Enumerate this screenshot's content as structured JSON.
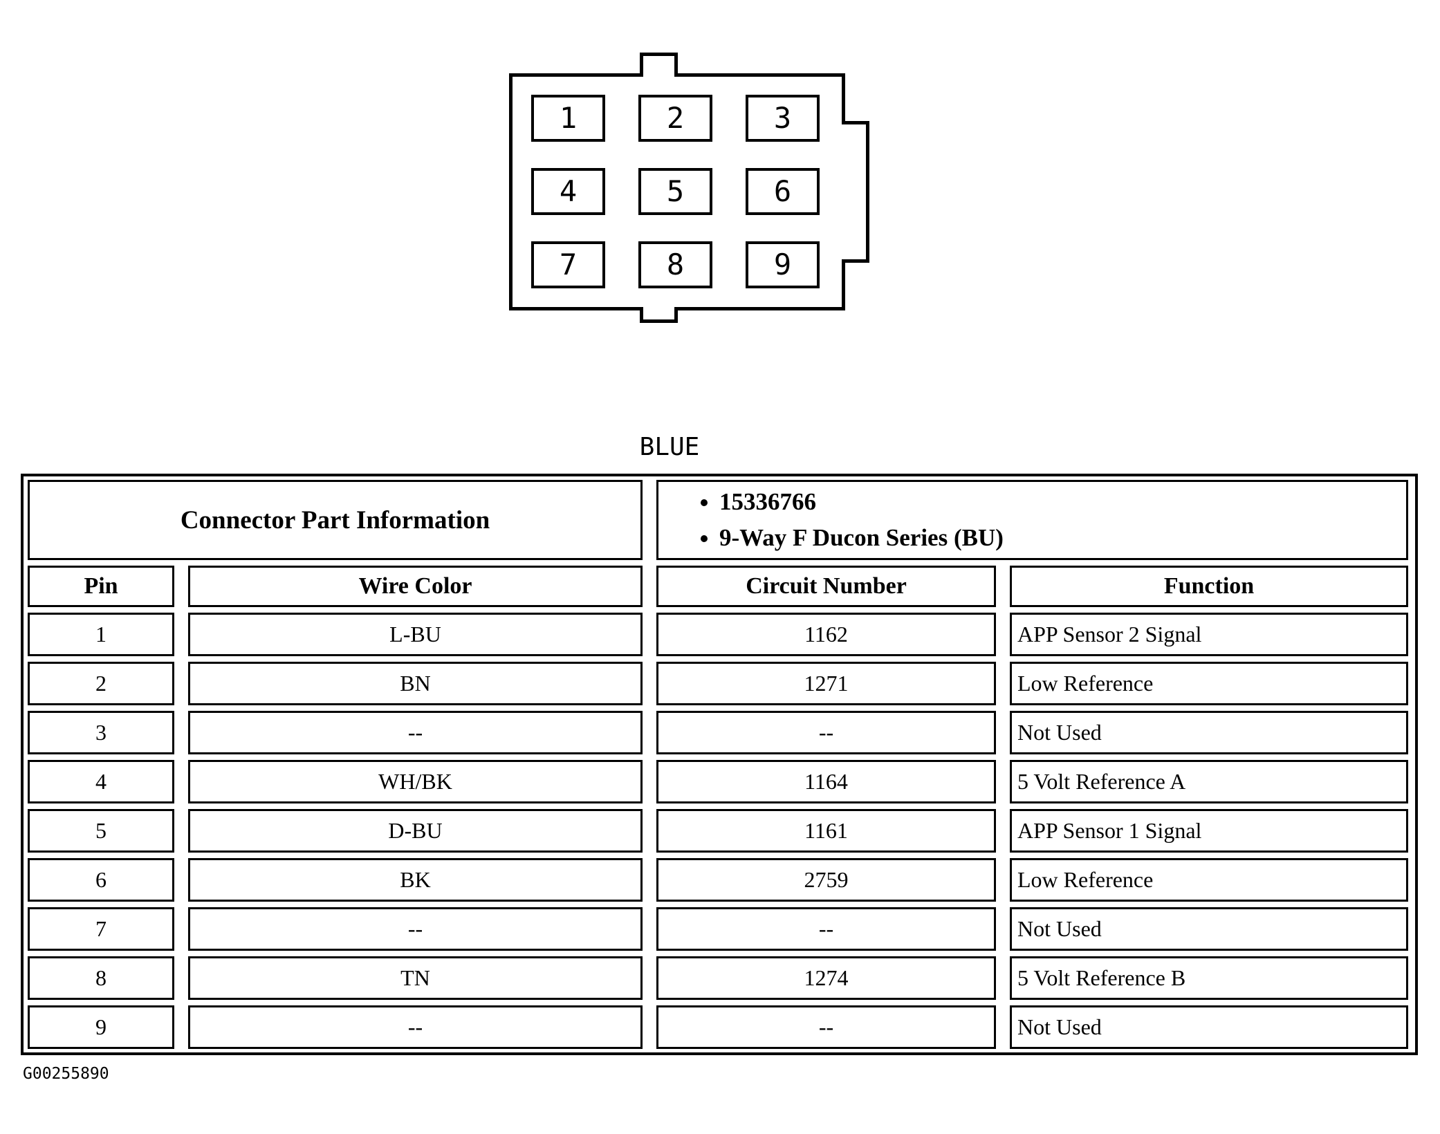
{
  "connector": {
    "pins": [
      "1",
      "2",
      "3",
      "4",
      "5",
      "6",
      "7",
      "8",
      "9"
    ],
    "color_label": "BLUE",
    "part_number": "15336766"
  },
  "table": {
    "part_info_title": "Connector Part Information",
    "part_info_items": [
      "15336766",
      "9-Way F Ducon Series (BU)"
    ],
    "columns": [
      "Pin",
      "Wire Color",
      "Circuit Number",
      "Function"
    ],
    "rows": [
      {
        "pin": "1",
        "wire_color": "L-BU",
        "circuit": "1162",
        "function": "APP Sensor 2 Signal"
      },
      {
        "pin": "2",
        "wire_color": "BN",
        "circuit": "1271",
        "function": "Low Reference"
      },
      {
        "pin": "3",
        "wire_color": "--",
        "circuit": "--",
        "function": "Not Used"
      },
      {
        "pin": "4",
        "wire_color": "WH/BK",
        "circuit": "1164",
        "function": "5 Volt Reference A"
      },
      {
        "pin": "5",
        "wire_color": "D-BU",
        "circuit": "1161",
        "function": "APP Sensor 1 Signal"
      },
      {
        "pin": "6",
        "wire_color": "BK",
        "circuit": "2759",
        "function": "Low Reference"
      },
      {
        "pin": "7",
        "wire_color": "--",
        "circuit": "--",
        "function": "Not Used"
      },
      {
        "pin": "8",
        "wire_color": "TN",
        "circuit": "1274",
        "function": "5 Volt Reference B"
      },
      {
        "pin": "9",
        "wire_color": "--",
        "circuit": "--",
        "function": "Not Used"
      }
    ]
  },
  "footer": {
    "figure_id": "G00255890"
  },
  "colors": {
    "ink": "#000000",
    "paper": "#ffffff"
  }
}
